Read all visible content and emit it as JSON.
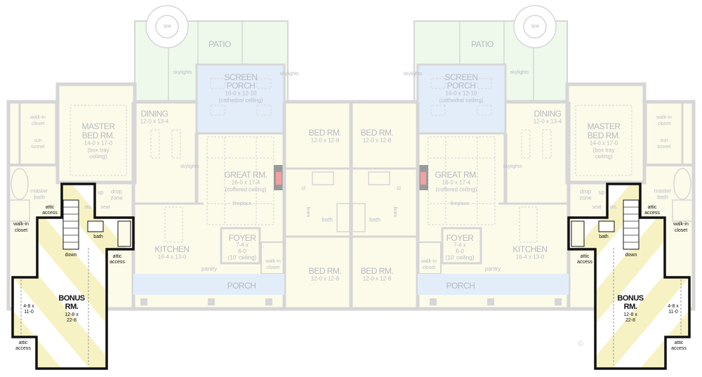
{
  "left": {
    "spa": "spa",
    "patio": "PATIO",
    "screen_porch": {
      "name_1": "SCREEN",
      "name_2": "PORCH",
      "dims": "16-0 x 12-10",
      "note": "(cathedral ceiling)"
    },
    "skylights": "skylights",
    "dining": {
      "name": "DINING",
      "dims": "12-0 x 13-4"
    },
    "master_bed": {
      "name_1": "MASTER",
      "name_2": "BED RM.",
      "dims": "14-0 x 17-0",
      "note_1": "(box tray",
      "note_2": "ceiling)"
    },
    "walk_in_closet": {
      "l1": "walk-in",
      "l2": "closet"
    },
    "sun_tunnel": {
      "l1": "sun",
      "l2": "tunnel"
    },
    "master_bath": {
      "l1": "master",
      "l2": "bath"
    },
    "up": "up",
    "drop_zone": {
      "l1": "drop",
      "l2": "zone"
    },
    "sto": "sto.",
    "seat": "seat",
    "great_rm": {
      "name": "GREAT RM.",
      "dims": "16-0 x 17-4",
      "note": "(coffered ceiling)"
    },
    "fireplace": "fireplace",
    "bed_rm_top": {
      "name": "BED RM.",
      "dims": "12-0 x 12-8"
    },
    "cl": "cl",
    "linen": "linen",
    "bath": "bath",
    "kitchen": {
      "name": "KITCHEN",
      "dims": "16-4 x 13-0"
    },
    "pantry": "pantry",
    "foyer": {
      "name": "FOYER",
      "dims_1": "7-4 x",
      "dims_2": "6-0",
      "note": "(10' ceiling)"
    },
    "foyer_closet": {
      "l1": "walk-in",
      "l2": "closet"
    },
    "porch": "PORCH",
    "bed_rm_bottom": {
      "name": "BED RM.",
      "dims": "12-0 x 12-8"
    },
    "bonus": {
      "attic_access": {
        "l1": "attic",
        "l2": "access"
      },
      "walk_in_closet": {
        "l1": "walk-in",
        "l2": "closet"
      },
      "bath": "bath",
      "down": "down",
      "name_1": "BONUS",
      "name_2": "RM.",
      "dims_1": "12-8 x",
      "dims_2": "22-8",
      "wing_dims_1": "4-8 x",
      "wing_dims_2": "11-0"
    }
  },
  "right": {
    "spa": "spa",
    "patio": "PATIO",
    "screen_porch": {
      "name_1": "SCREEN",
      "name_2": "PORCH",
      "dims": "16-0 x 12-10",
      "note": "(cathedral ceiling)"
    },
    "skylights": "skylights",
    "dining": {
      "name": "DINING",
      "dims": "12-0 x 13-4"
    },
    "master_bed": {
      "name_1": "MASTER",
      "name_2": "BED RM.",
      "dims": "14-0 x 17-0",
      "note_1": "(box tray",
      "note_2": "ceiling)"
    },
    "walk_in_closet": {
      "l1": "walk-in",
      "l2": "closet"
    },
    "sun_tunnel": {
      "l1": "sun",
      "l2": "tunnel"
    },
    "master_bath": {
      "l1": "master",
      "l2": "bath"
    },
    "up": "up",
    "drop_zone": {
      "l1": "drop",
      "l2": "zone"
    },
    "sto": "sto.",
    "seat": "seat",
    "great_rm": {
      "name": "GREAT RM.",
      "dims": "16-0 x 17-4",
      "note": "(coffered ceiling)"
    },
    "fireplace": "fireplace",
    "bed_rm_top": {
      "name": "BED RM.",
      "dims": "12-0 x 12-8"
    },
    "cl": "cl",
    "linen": "linen",
    "bath": "bath",
    "kitchen": {
      "name": "KITCHEN",
      "dims": "16-4 x 13-0"
    },
    "pantry": "pantry",
    "foyer": {
      "name": "FOYER",
      "dims_1": "7-4 x",
      "dims_2": "6-0",
      "note": "(10' ceiling)"
    },
    "foyer_closet": {
      "l1": "walk-in",
      "l2": "closet"
    },
    "porch": "PORCH",
    "bed_rm_bottom": {
      "name": "BED RM.",
      "dims": "12-0 x 12-8"
    },
    "bonus": {
      "attic_access": {
        "l1": "attic",
        "l2": "access"
      },
      "walk_in_closet": {
        "l1": "walk-in",
        "l2": "closet"
      },
      "bath": "bath",
      "down": "down",
      "name_1": "BONUS",
      "name_2": "RM.",
      "dims_1": "12-8 x",
      "dims_2": "22-8",
      "wing_dims_1": "4-8 x",
      "wing_dims_2": "11-0"
    }
  },
  "watermark": "©",
  "colors": {
    "main_floor": "#fcfbea",
    "porch": "#e2edf9",
    "patio": "#eef9ec",
    "walls": "#d6d6d6",
    "bonus_stripe": "#f7f2c4",
    "bonus_walls": "#111111",
    "fireplace": "#f4a0a0"
  }
}
